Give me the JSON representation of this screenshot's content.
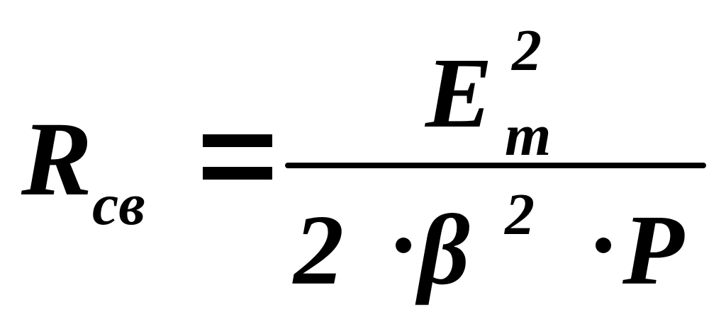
{
  "formula": {
    "lhs": {
      "base": "R",
      "subscript": "св"
    },
    "operator": "=",
    "numerator": {
      "base": "E",
      "superscript": "2",
      "subscript": "m"
    },
    "denominator": {
      "coefficient": "2",
      "multiply_symbol": "·",
      "variable": "β",
      "variable_superscript": "2",
      "last_variable": "P"
    }
  }
}
